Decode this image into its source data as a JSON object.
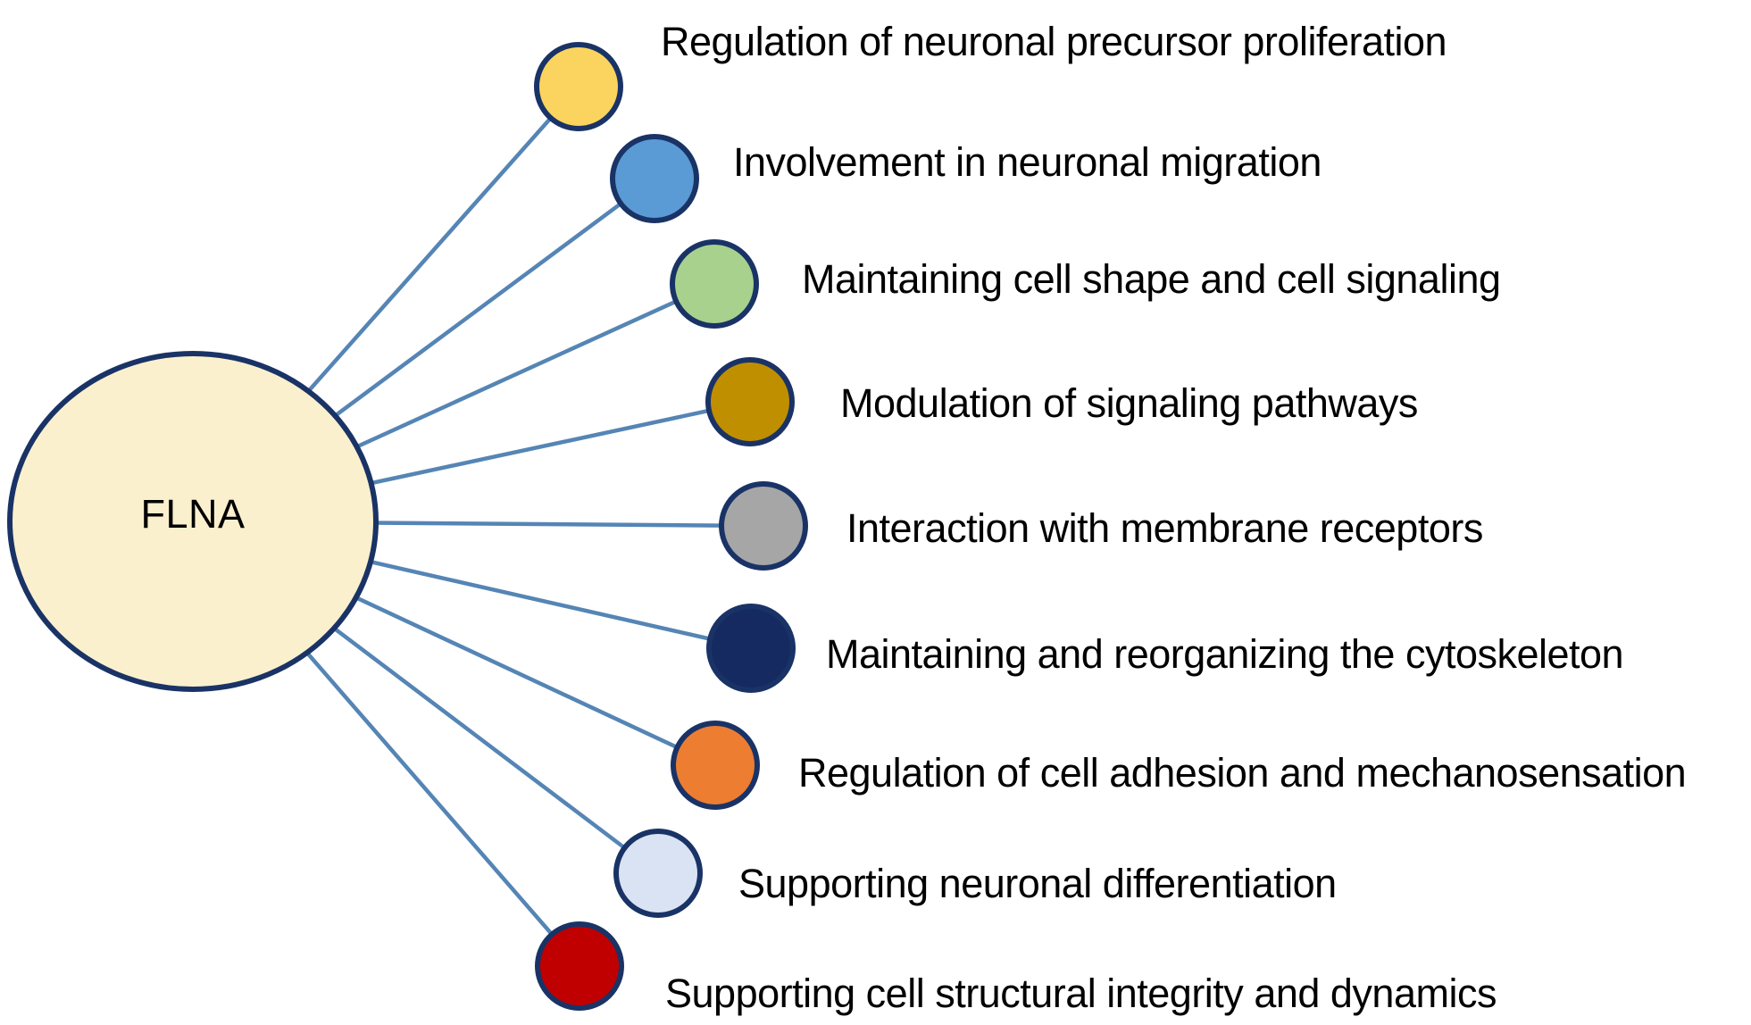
{
  "diagram": {
    "title_gene": "FLNA",
    "center": {
      "label": "FLNA",
      "fill": "#FBF0CD",
      "border": "#1A3366"
    },
    "connector_color": "#5585B5",
    "node_border_color": "#1A3366",
    "nodes": [
      {
        "label": "Regulation of neuronal precursor proliferation",
        "color": "#FAD45E"
      },
      {
        "label": "Involvement in neuronal migration",
        "color": "#5B9BD5"
      },
      {
        "label": "Maintaining cell shape and cell signaling",
        "color": "#A9D18E"
      },
      {
        "label": "Modulation of signaling pathways",
        "color": "#BF8F00"
      },
      {
        "label": "Interaction with membrane receptors",
        "color": "#A6A6A6"
      },
      {
        "label": "Maintaining and reorganizing the cytoskeleton",
        "color": "#152A60"
      },
      {
        "label": "Regulation of cell adhesion and mechanosensation",
        "color": "#ED7D31"
      },
      {
        "label": "Supporting neuronal differentiation",
        "color": "#DAE3F3"
      },
      {
        "label": "Supporting cell structural integrity and dynamics",
        "color": "#C00000"
      }
    ]
  }
}
